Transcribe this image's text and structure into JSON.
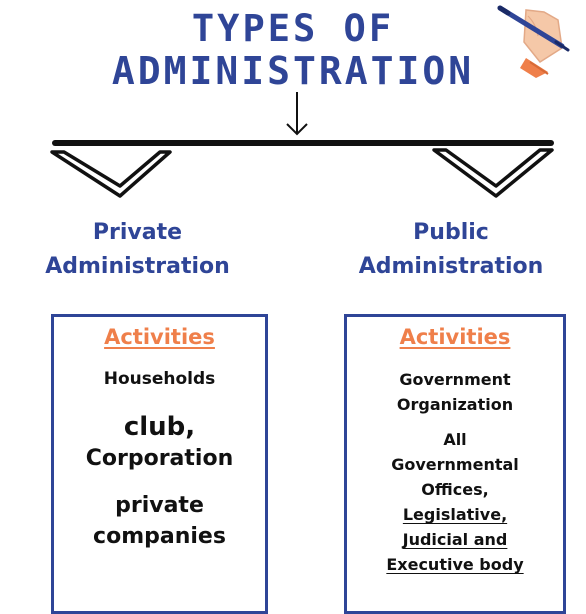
{
  "title": {
    "line1": "TYPES OF",
    "line2": "ADMINISTRATION"
  },
  "colors": {
    "primary": "#2f4597",
    "accent": "#ef7f4a",
    "text": "#111111"
  },
  "private": {
    "title_line1": "Private",
    "title_line2": "Administration",
    "activities_label": "Activities",
    "items": [
      "Households",
      "club,",
      "Corporation",
      "private",
      "companies"
    ]
  },
  "public": {
    "title_line1": "Public",
    "title_line2": "Administration",
    "activities_label": "Activities",
    "items": [
      "Government",
      "Organization",
      "All",
      "Governmental",
      "Offices,",
      "Legislative,",
      "Judicial and",
      "Executive body"
    ]
  },
  "icons": [
    "hand-pen-icon",
    "down-arrow-icon",
    "chevron-down-icon"
  ]
}
